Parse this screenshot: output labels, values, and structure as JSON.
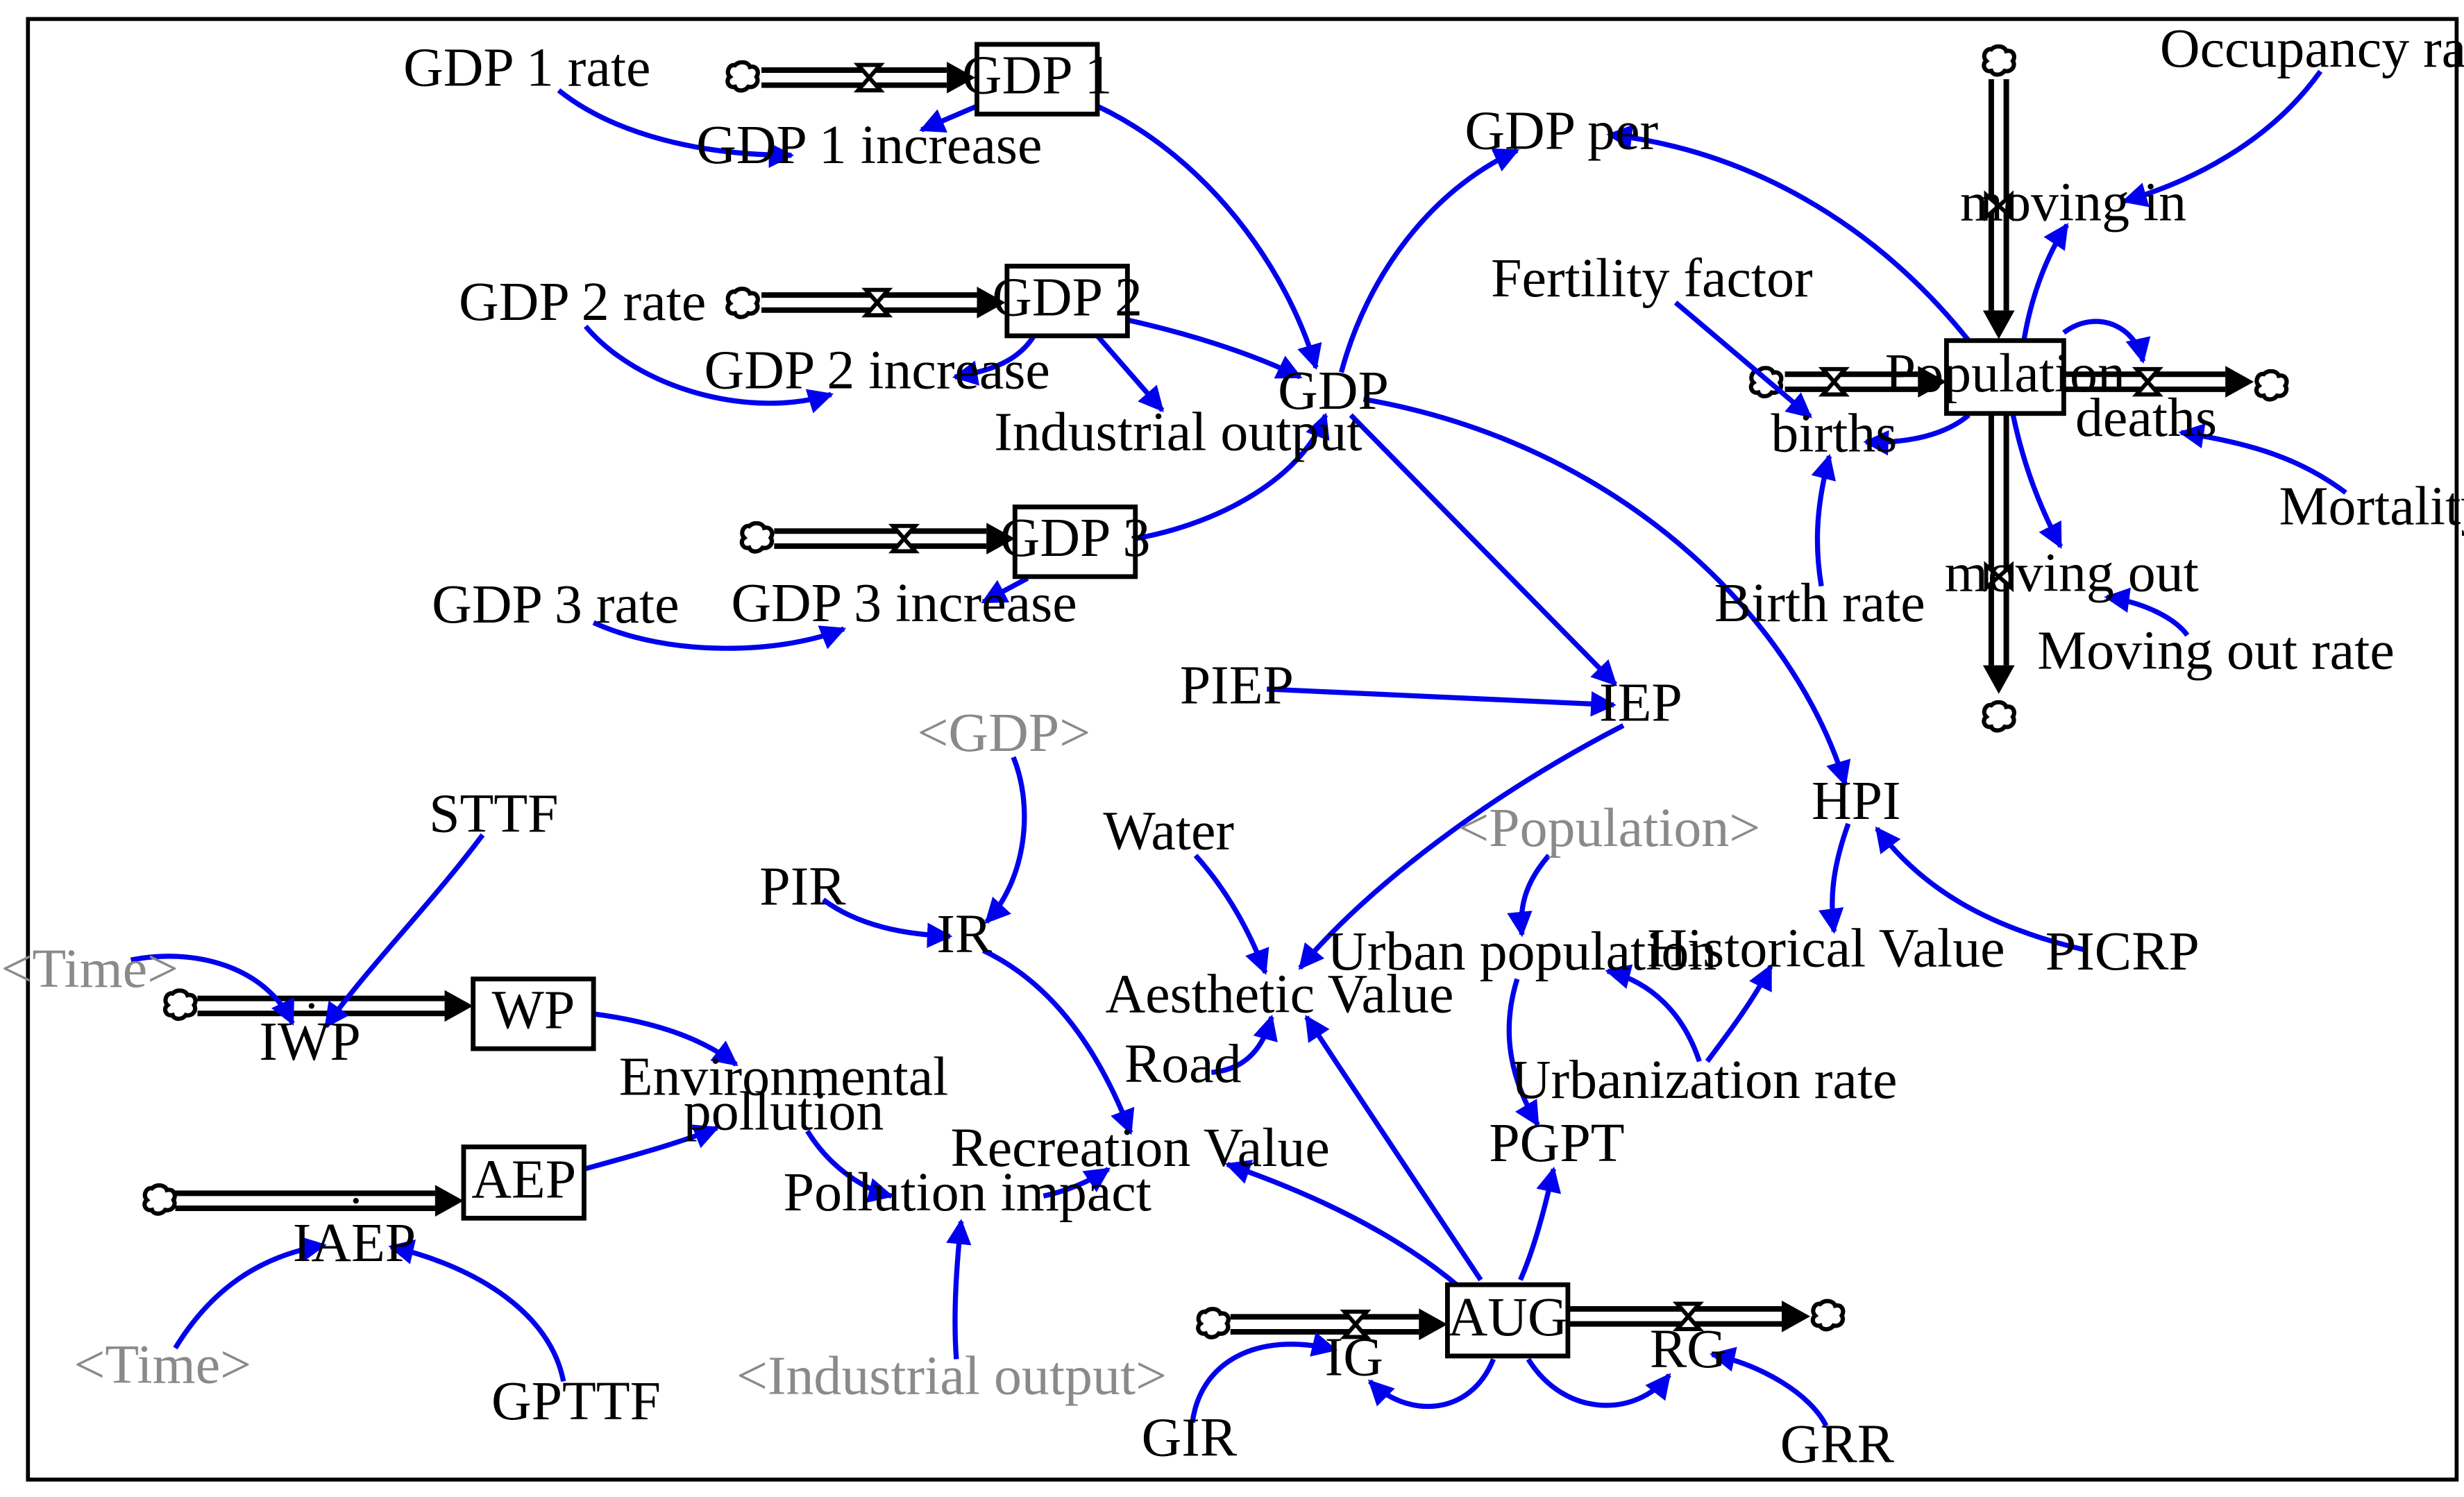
{
  "stocks": {
    "gdp1": "GDP 1",
    "gdp2": "GDP 2",
    "gdp3": "GDP 3",
    "population": "Population",
    "wp": "WP",
    "aep": "AEP",
    "aug": "AUG"
  },
  "flows": {
    "gdp1_increase": "GDP 1 increase",
    "gdp2_increase": "GDP 2 increase",
    "gdp3_increase": "GDP 3 increase",
    "births": "births",
    "deaths": "deaths",
    "moving_in": "moving in",
    "moving_out": "moving out",
    "iwp": "IWP",
    "iaep": "IAEP",
    "ig": "IG",
    "rg": "RG"
  },
  "variables": {
    "gdp1_rate": "GDP 1 rate",
    "gdp2_rate": "GDP 2 rate",
    "gdp3_rate": "GDP 3 rate",
    "gdp": "GDP",
    "industrial_output": "Industrial output",
    "gdp_per": "GDP per",
    "occupancy_rate": "Occupancy rate",
    "fertility_factor": "Fertility factor",
    "birth_rate": "Birth rate",
    "mortality": "Mortality",
    "moving_out_rate": "Moving out rate",
    "piep": "PIEP",
    "iep": "IEP",
    "hpi": "HPI",
    "picrp": "PICRP",
    "historical_value": "Historical Value",
    "urbanization_rate": "Urbanization rate",
    "urban_population": "Urban population",
    "pgpt": "PGPT",
    "water": "Water",
    "aesthetic_value": "Aesthetic Value",
    "road": "Road",
    "pir": "PIR",
    "ir": "IR",
    "recreation_value": "Recreation Value",
    "pollution_impact": "Pollution impact",
    "environmental_pollution_1": "Environmental",
    "environmental_pollution_2": "pollution",
    "sttf": "STTF",
    "gpttf": "GPTTF",
    "gir": "GIR",
    "grr": "GRR"
  },
  "shadows": {
    "gdp": "<GDP>",
    "population": "<Population>",
    "time_1": "<Time>",
    "time_2": "<Time>",
    "industrial_output": "<Industrial output>"
  },
  "colors": {
    "link": "#0000ee",
    "shadow_text": "#8a8a8a",
    "stock_border": "#000000",
    "frame": "#000000"
  }
}
